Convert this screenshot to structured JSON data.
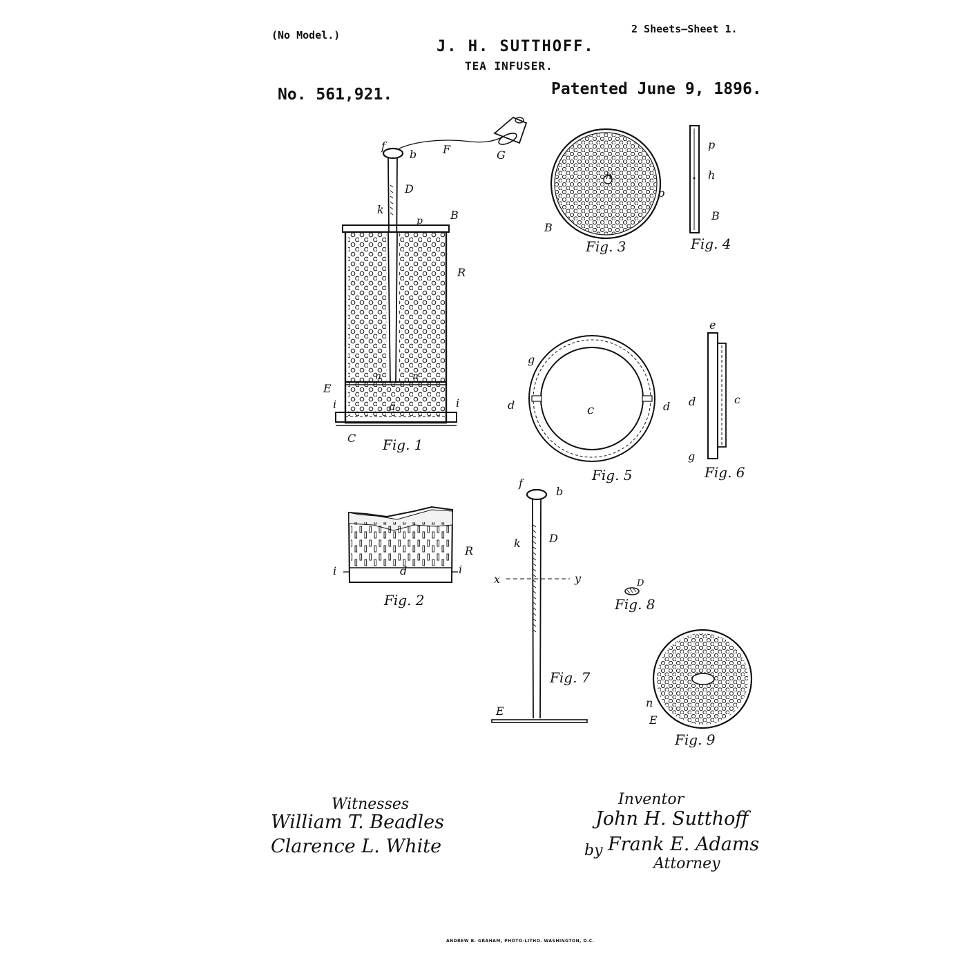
{
  "header": {
    "model_note": "(No Model.)",
    "sheets": "2 Sheets—Sheet 1.",
    "inventor_name": "J. H. SUTTHOFF.",
    "title": "TEA INFUSER.",
    "patent_number": "No. 561,921.",
    "patent_date": "Patented June 9, 1896."
  },
  "figures": {
    "fig1": "Fig. 1",
    "fig2": "Fig. 2",
    "fig3": "Fig. 3",
    "fig4": "Fig. 4",
    "fig5": "Fig. 5",
    "fig6": "Fig. 6",
    "fig7": "Fig. 7",
    "fig8": "Fig. 8",
    "fig9": "Fig. 9"
  },
  "reference_letters": {
    "f": "f",
    "b": "b",
    "F": "F",
    "G": "G",
    "D": "D",
    "k": "k",
    "B": "B",
    "R": "R",
    "p": "p",
    "h": "h",
    "E": "E",
    "i": "i",
    "a": "a",
    "n": "n",
    "c": "c",
    "C": "C",
    "d": "d",
    "g": "g",
    "e": "e",
    "x": "x",
    "y": "y"
  },
  "signatures": {
    "witnesses_label": "Witnesses",
    "witness_1": "William T. Beadles",
    "witness_2": "Clarence L. White",
    "inventor_label": "Inventor",
    "inventor_signature": "John H. Sutthoff",
    "by": "by",
    "attorney_signature": "Frank E. Adams",
    "attorney_label": "Attorney"
  },
  "footer": "ANDREW B. GRAHAM, PHOTO-LITHO. WASHINGTON, D.C."
}
